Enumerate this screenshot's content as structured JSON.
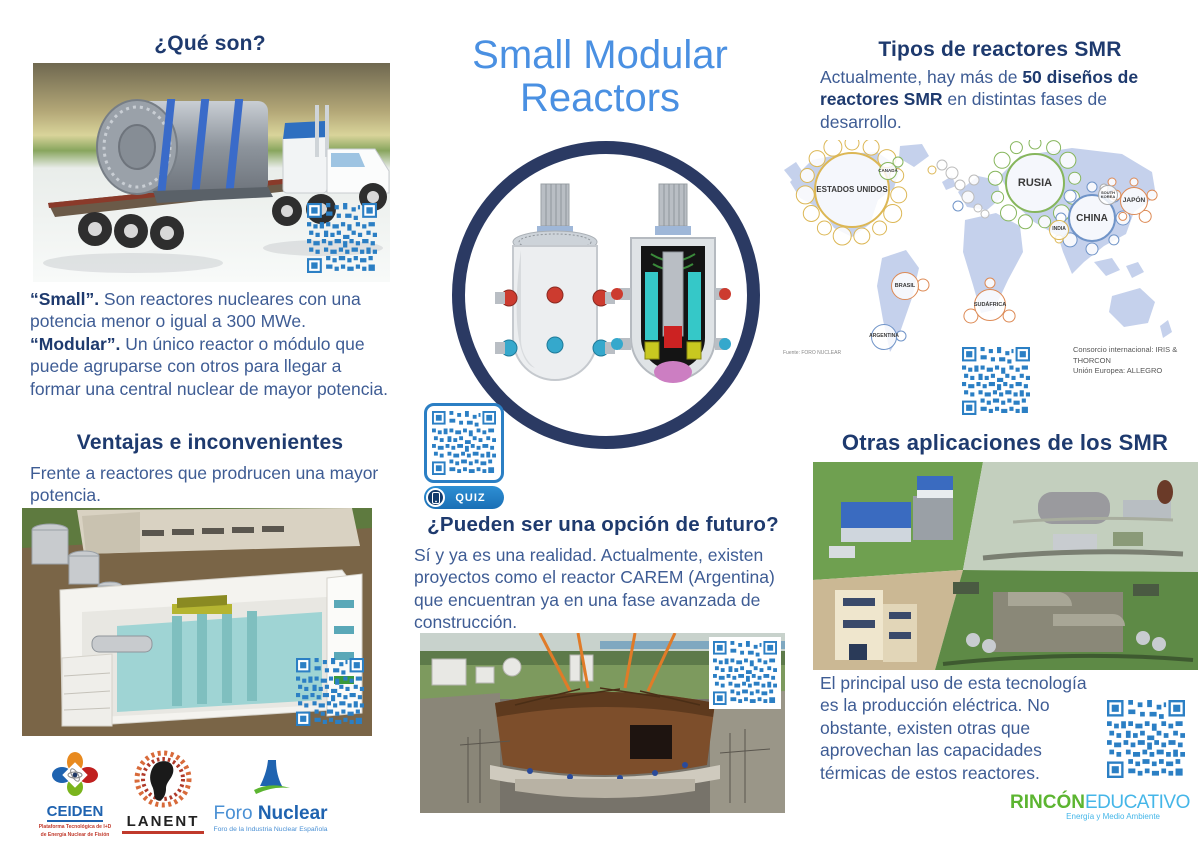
{
  "title": {
    "line1": "Small Modular",
    "line2": "Reactors"
  },
  "left": {
    "heading_que_son": "¿Qué son?",
    "small_bold": "“Small”.",
    "small_text": " Son reactores nucleares con una potencia menor o igual a 300 MWe.",
    "modular_bold": "“Modular”.",
    "modular_text": " Un único reactor o módulo que puede agruparse con otros para llegar a formar una central nuclear de mayor potencia.",
    "heading_ventajas": "Ventajas e inconvenientes",
    "ventajas_text": "Frente a reactores que prodrucen una mayor potencia."
  },
  "middle": {
    "quiz_label": "QUIZ",
    "heading_futuro": "¿Pueden ser una opción de futuro?",
    "futuro_text": "Sí y ya es una realidad. Actualmente, existen proyectos como el reactor CAREM (Argentina) que encuentran ya en una fase avanzada de construcción."
  },
  "right": {
    "heading_tipos": "Tipos de reactores SMR",
    "intro_pre": "Actualmente, hay más de ",
    "intro_bold": "50 diseños de reactores SMR",
    "intro_post": " en distintas fases de desarrollo.",
    "map_source": "Fuente: FORO NUCLEAR",
    "map_note1": "Consorcio internacional: IRIS & THORCON",
    "map_note2": "Unión Europea: ALLEGRO",
    "heading_otras": "Otras aplicaciones de los SMR",
    "uses_text": "El principal uso de esta tecnología es la producción eléctrica. No obstante, existen otras que aprovechan las capacidades térmicas de estos reactores."
  },
  "map": {
    "countries": [
      {
        "label": "ESTADOS UNIDOS",
        "color": "#dcb755"
      },
      {
        "label": "RUSIA",
        "color": "#86b65c"
      },
      {
        "label": "CHINA",
        "color": "#7094c8"
      },
      {
        "label": "JAPÓN",
        "color": "#dd8a55"
      },
      {
        "label": "CANADÁ",
        "color": "#86b65c"
      },
      {
        "label": "SOUTH KOREA",
        "color": "#aaaaaa"
      },
      {
        "label": "INDIA",
        "color": "#dcb755"
      },
      {
        "label": "BRASIL",
        "color": "#dd8a55"
      },
      {
        "label": "SUDÁFRICA",
        "color": "#dd8a55"
      },
      {
        "label": "ARGENTINA",
        "color": "#7094c8"
      }
    ]
  },
  "logos": {
    "ceiden": {
      "name": "CEIDEN",
      "tagline1": "Plataforma Tecnológica de I+D",
      "tagline2": "de Energía Nuclear de Fisión"
    },
    "lanent": {
      "name": "LANENT"
    },
    "foro": {
      "word1": "Foro ",
      "word2": "Nuclear",
      "tagline": "Foro de la Industria Nuclear Española"
    },
    "rincon": {
      "part1": "RINCÓN",
      "part2": "EDUCATIVO",
      "tagline": "Energía y Medio Ambiente"
    }
  },
  "colors": {
    "heading_navy": "#1e3a6e",
    "body_blue": "#3e5c94",
    "title_blue": "#4a90e2",
    "qr_blue": "#2b7fc4",
    "circle_ring_navy": "#2b3a63",
    "map_land": "#c5d1ec"
  }
}
